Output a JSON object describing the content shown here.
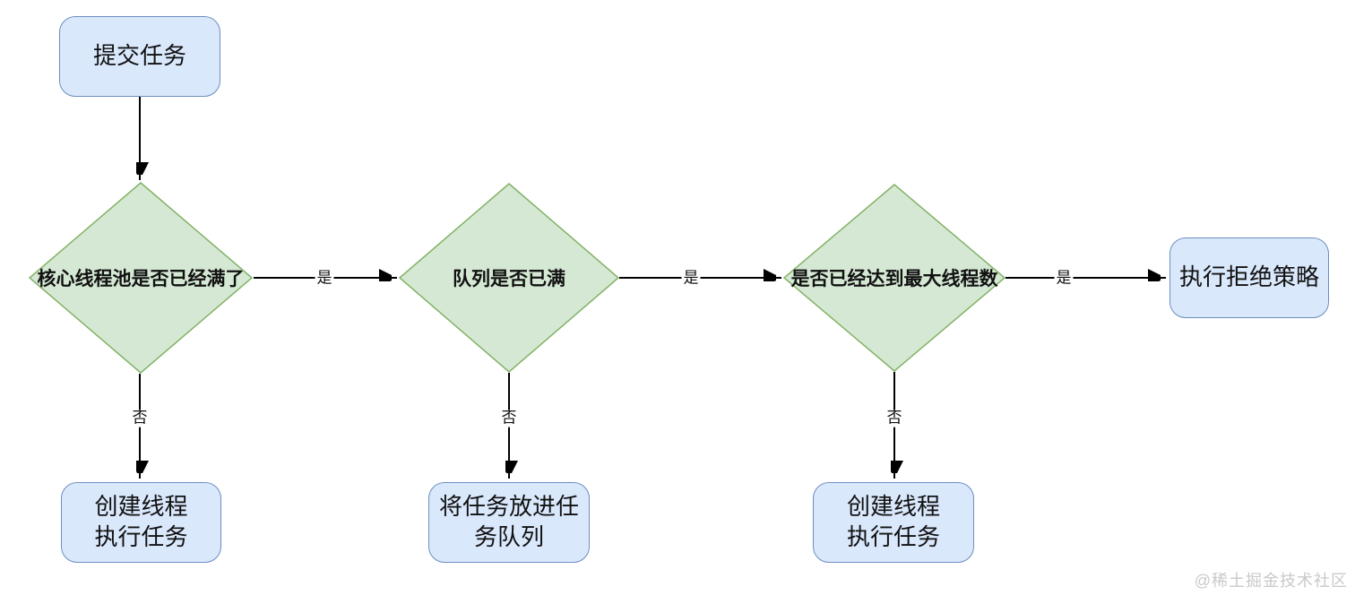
{
  "colors": {
    "process_fill": "#dae8fc",
    "process_border": "#6c8ebf",
    "decision_fill": "#d5e8d4",
    "decision_border": "#82b366",
    "connector": "#000000",
    "watermark_text": "#c9c9c9"
  },
  "nodes": {
    "submit_task": {
      "label": "提交任务"
    },
    "core_pool_full": {
      "label": "核心线程池是否已经满了"
    },
    "queue_full": {
      "label": "队列是否已满"
    },
    "max_threads_reached": {
      "label": "是否已经达到最大线程数"
    },
    "reject_policy": {
      "label": "执行拒绝策略"
    },
    "create_thread_1": {
      "label": "创建线程\n执行任务"
    },
    "enqueue_task": {
      "label": "将任务放进任\n务队列"
    },
    "create_thread_2": {
      "label": "创建线程\n执行任务"
    }
  },
  "edge_labels": {
    "yes_1": "是",
    "yes_2": "是",
    "yes_3": "是",
    "no_1": "否",
    "no_2": "否",
    "no_3": "否"
  },
  "watermark": "@稀土掘金技术社区"
}
